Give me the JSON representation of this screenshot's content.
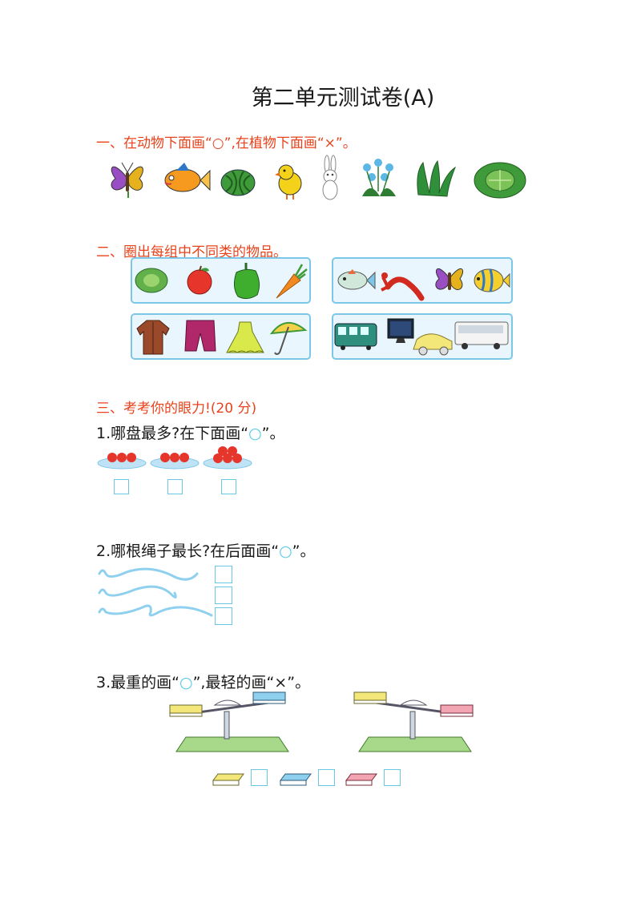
{
  "title": "第二单元测试卷(A)",
  "section1": {
    "heading": "一、在动物下面画“○”,在植物下面画“×”。",
    "items": [
      "butterfly-icon",
      "fish-icon",
      "watermelon-icon",
      "chick-icon",
      "rabbit-icon",
      "flower-icon",
      "grass-icon",
      "cabbage-icon"
    ]
  },
  "section2": {
    "heading": "二、圈出每组中不同类的物品。",
    "groups": [
      [
        "cabbage-icon",
        "apple-icon",
        "pepper-icon",
        "carrot-icon"
      ],
      [
        "fish-icon",
        "lobster-icon",
        "butterfly-icon",
        "tropical-fish-icon"
      ],
      [
        "coat-icon",
        "shorts-icon",
        "dress-icon",
        "umbrella-icon"
      ],
      [
        "train-icon",
        "monitor-icon",
        "car-icon",
        "bus-icon"
      ]
    ]
  },
  "section3": {
    "heading": "三、考考你的眼力!(20 分)",
    "q1": {
      "prefix": "1.哪盘最多?在下面画“",
      "mark": "○",
      "suffix": "”。",
      "plates": [
        3,
        3,
        5
      ]
    },
    "q2": {
      "prefix": "2.哪根绳子最长?在后面画“",
      "mark": "○",
      "suffix": "”。"
    },
    "q3": {
      "prefix": "3.最重的画“",
      "mark": "○",
      "middle": "”,最轻的画“×”。"
    }
  },
  "colors": {
    "heading": "#e8431c",
    "box": "#68c8e4",
    "panel": "#e9f6fd",
    "book_yellow": "#f3e77a",
    "book_blue": "#8fd0ef",
    "book_pink": "#f2a6b4"
  }
}
